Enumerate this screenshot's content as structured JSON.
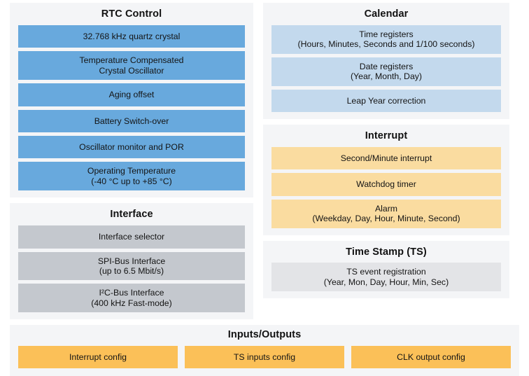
{
  "diagram": {
    "colors": {
      "panel_background": "#f4f5f7",
      "rtc_control_bar": "#68a9dd",
      "calendar_bar": "#c3d9ed",
      "interface_bar": "#c4c8ce",
      "time_stamp_bar": "#e3e4e7",
      "interrupt_bar": "#fadca0",
      "inputs_outputs_bar": "#fbc058",
      "text": "#141414"
    },
    "panels": {
      "rtc_control": {
        "title": "RTC Control",
        "items": [
          "32.768 kHz quartz crystal",
          "Temperature Compensated\nCrystal Oscillator",
          "Aging offset",
          "Battery Switch-over",
          "Oscillator monitor and POR",
          "Operating Temperature\n(-40 °C up to +85 °C)"
        ]
      },
      "interface": {
        "title": "Interface",
        "items": [
          "Interface selector",
          "SPI-Bus Interface\n(up to 6.5 Mbit/s)",
          "I²C-Bus Interface\n(400 kHz Fast-mode)"
        ]
      },
      "calendar": {
        "title": "Calendar",
        "items": [
          "Time registers\n(Hours, Minutes, Seconds and 1/100 seconds)",
          "Date registers\n(Year, Month, Day)",
          "Leap Year correction"
        ]
      },
      "interrupt": {
        "title": "Interrupt",
        "items": [
          "Second/Minute interrupt",
          "Watchdog timer",
          "Alarm\n(Weekday, Day, Hour, Minute, Second)"
        ]
      },
      "time_stamp": {
        "title": "Time Stamp (TS)",
        "items": [
          "TS event registration\n(Year, Mon, Day, Hour, Min, Sec)"
        ]
      },
      "inputs_outputs": {
        "title": "Inputs/Outputs",
        "items": [
          "Interrupt config",
          "TS inputs config",
          "CLK output config"
        ]
      }
    }
  }
}
